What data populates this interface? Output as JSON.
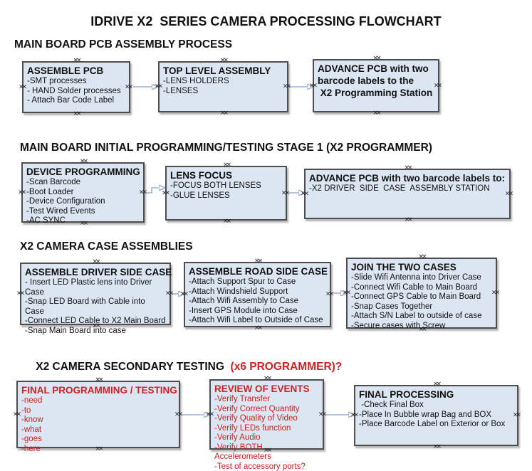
{
  "page_title": "IDRIVE X2  SERIES CAMERA PROCESSING FLOWCHART",
  "colors": {
    "box_fill": "#dce6f2",
    "box_border": "#4d4d4d",
    "red_text": "#cc2222",
    "connector_line": "#9cb2d2",
    "arrowhead": "#4d74b0"
  },
  "sections": [
    {
      "heading": "MAIN BOARD PCB ASSEMBLY PROCESS",
      "boxes": [
        {
          "title": "ASSEMBLE PCB",
          "items": [
            "-SMT processes",
            "- HAND Solder processes",
            "- Attach Bar Code Label"
          ]
        },
        {
          "title": "TOP LEVEL ASSEMBLY",
          "items": [
            "-LENS HOLDERS",
            "-LENSES"
          ]
        },
        {
          "title": "ADVANCE PCB with two",
          "items": [
            "barcode labels to the",
            " X2 Programming Station"
          ]
        }
      ]
    },
    {
      "heading": "MAIN BOARD INITIAL PROGRAMMING/TESTING STAGE 1 (X2 PROGRAMMER)",
      "boxes": [
        {
          "title": "DEVICE PROGRAMMING",
          "items": [
            "-Scan Barcode",
            "-Boot Loader",
            "-Device Configuration",
            "-Test Wired Events",
            "-AC SYNC"
          ]
        },
        {
          "title": "LENS FOCUS",
          "items": [
            "-FOCUS BOTH LENSES",
            "-GLUE LENSES"
          ]
        },
        {
          "title": "ADVANCE PCB with two barcode labels to:",
          "items": [
            "-X2 DRIVER  SIDE  CASE  ASSEMBLY STATION"
          ]
        }
      ]
    },
    {
      "heading": "X2 CAMERA CASE ASSEMBLIES",
      "boxes": [
        {
          "title": "ASSEMBLE DRIVER SIDE CASE",
          "items": [
            "- Insert LED Plastic lens into Driver Case",
            "-Snap LED Board with Cable into Case",
            "-Connect LED Cable to X2 Main Board",
            "-Snap Main Board into case"
          ]
        },
        {
          "title": "ASSEMBLE ROAD SIDE CASE",
          "items": [
            "-Attach Support Spur to Case",
            "-Attach Windshield Support",
            "-Attach Wifi Assembly to Case",
            "-Insert GPS Module into Case",
            "-Attach Wifi Label to Outside of Case"
          ]
        },
        {
          "title": "JOIN THE TWO CASES",
          "items": [
            "-Slide Wifi Antenna into Driver Case",
            "-Connect Wifi Cable to Main Board",
            "-Connect GPS Cable to Main Board",
            "-Snap Cases Together",
            "-Attach S/N Label to outside of case",
            "-Secure cases with Screw"
          ]
        }
      ]
    },
    {
      "heading_black": "X2 CAMERA SECONDARY TESTING ",
      "heading_red": " (x6 PROGRAMMER)?",
      "boxes": [
        {
          "title": "FINAL PROGRAMMING / TESTING",
          "items": [
            "-need",
            "-to",
            "-know",
            "-what",
            "-goes",
            "-here"
          ]
        },
        {
          "title": "REVIEW OF EVENTS",
          "items": [
            "-Verify Transfer",
            "-Verify Correct Quantity",
            "-Verify Quality of Video",
            "-Verify LEDs function",
            "-Verify Audio",
            "-Verify BOTH Accelerometers",
            "-Test of accessory ports?"
          ]
        },
        {
          "title": "FINAL PROCESSING",
          "items": [
            " -Check Final Box",
            "-Place In Bubble wrap Bag and BOX",
            "-Place Barcode Label on Exterior or Box"
          ]
        }
      ]
    }
  ]
}
